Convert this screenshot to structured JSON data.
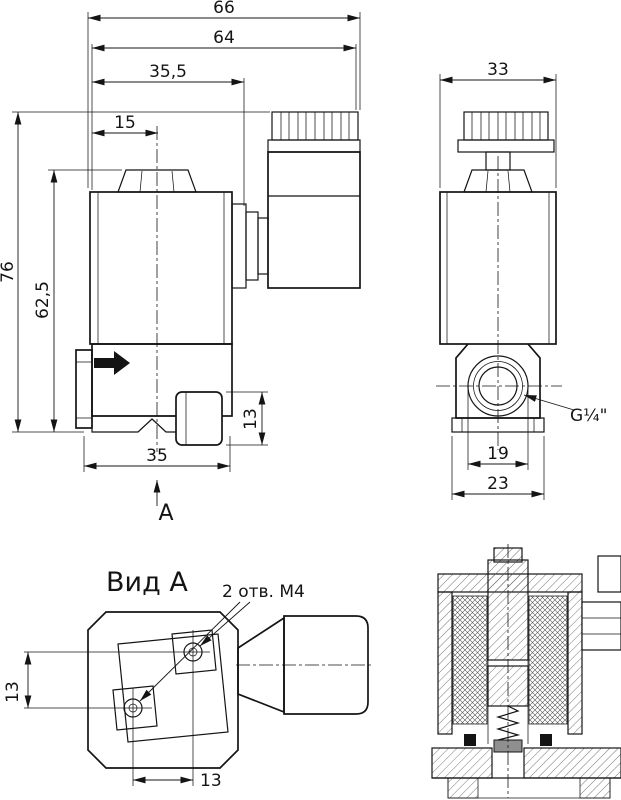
{
  "colors": {
    "line": "#141414",
    "background": "#ffffff"
  },
  "drawing": {
    "front_view": {
      "dim_66": "66",
      "dim_64": "64",
      "dim_35_5": "35,5",
      "dim_15": "15",
      "dim_76": "76",
      "dim_62_5": "62,5",
      "dim_35": "35",
      "dim_13": "13",
      "view_label": "А"
    },
    "side_view": {
      "dim_33": "33",
      "dim_19": "19",
      "dim_23": "23",
      "thread_label": "G¼\""
    },
    "view_a": {
      "title": "Вид А",
      "holes_note": "2 отв. М4",
      "dim_v13": "13",
      "dim_h13": "13"
    }
  }
}
